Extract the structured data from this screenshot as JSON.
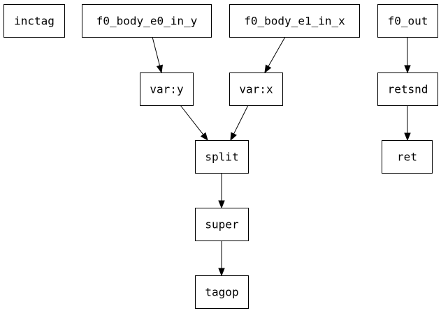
{
  "diagram": {
    "nodes": [
      {
        "id": "inctag",
        "label": "inctag"
      },
      {
        "id": "f0_body_e0_in_y",
        "label": "f0_body_e0_in_y"
      },
      {
        "id": "f0_body_e1_in_x",
        "label": "f0_body_e1_in_x"
      },
      {
        "id": "f0_out",
        "label": "f0_out"
      },
      {
        "id": "var_y",
        "label": "var:y"
      },
      {
        "id": "var_x",
        "label": "var:x"
      },
      {
        "id": "retsnd",
        "label": "retsnd"
      },
      {
        "id": "split",
        "label": "split"
      },
      {
        "id": "ret",
        "label": "ret"
      },
      {
        "id": "super",
        "label": "super"
      },
      {
        "id": "tagop",
        "label": "tagop"
      }
    ],
    "edges": [
      {
        "from": "f0_body_e0_in_y",
        "to": "var_y"
      },
      {
        "from": "f0_body_e1_in_x",
        "to": "var_x"
      },
      {
        "from": "f0_out",
        "to": "retsnd"
      },
      {
        "from": "var_y",
        "to": "split"
      },
      {
        "from": "var_x",
        "to": "split"
      },
      {
        "from": "retsnd",
        "to": "ret"
      },
      {
        "from": "split",
        "to": "super"
      },
      {
        "from": "super",
        "to": "tagop"
      }
    ]
  }
}
